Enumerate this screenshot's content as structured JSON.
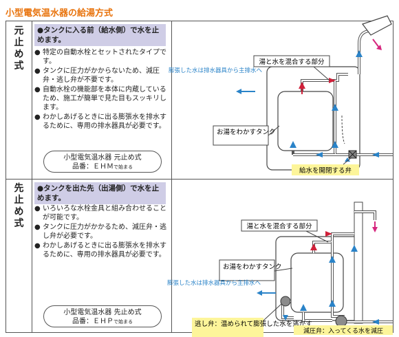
{
  "title": "小型電気温水器の給湯方式",
  "rows": [
    {
      "label": [
        "元",
        "止",
        "め",
        "式"
      ],
      "heading": "●タンクに入る前（給水側）で水を止めます。",
      "bullets": [
        {
          "mark": "●",
          "text": "特定の自動水栓とセットされたタイプです。"
        },
        {
          "mark": "●",
          "text": "タンクに圧力がかからないため、減圧弁・逃し弁が不要です。"
        },
        {
          "mark": "●",
          "text": "自動水栓の機能部を本体に内蔵しているため、施工が簡単で見た目もスッキリします。"
        },
        {
          "mark": "●",
          "text": "わかしあげるときに出る膨張水を排水するために、専用の排水器具が必要です。"
        }
      ],
      "product": {
        "name": "小型電気温水器 元止め式",
        "model_prefix": "品番：ＥＨＭ",
        "model_suffix": "で始まる"
      },
      "diagram": {
        "mix_label": "湯と水を混合する部分",
        "expansion_label": "膨張した水は排水器具から主排水へ",
        "tank_label": "お湯をわかすタンク",
        "valve_label": "給水を開閉する弁"
      }
    },
    {
      "label": [
        "先",
        "止",
        "め",
        "式"
      ],
      "heading": "●タンクを出た先（出湯側）で水を止めます。",
      "bullets": [
        {
          "mark": "●",
          "text": "いろいろな水栓金具と組み合わせることが可能です。"
        },
        {
          "mark": "●",
          "text": "タンクに圧力がかかるため、減圧弁・逃し弁が必要です。"
        },
        {
          "mark": "●",
          "text": "わかしあげるときに出る膨張水を排水するために、専用の排水器具が必要です。"
        }
      ],
      "product": {
        "name": "小型電気温水器 先止め式",
        "model_prefix": "品番：ＥＨＰ",
        "model_suffix": "で始まる"
      },
      "diagram": {
        "mix_label": "湯と水を混合する部分",
        "tank_label": "お湯をわかすタンク",
        "expansion_label": "膨張した水は排水器具から主排水へ",
        "relief_label": "逃し弁：温められて膨張した水を逃がす",
        "reducing_label": "減圧弁：入ってくる水を減圧"
      }
    }
  ],
  "colors": {
    "title": "#e8730c",
    "heading_bg": "#cfcde6",
    "hot": "#d0213a",
    "cold": "#2a83c8",
    "callout_bg": "#fdf59a",
    "outlet": "#d6267e"
  }
}
